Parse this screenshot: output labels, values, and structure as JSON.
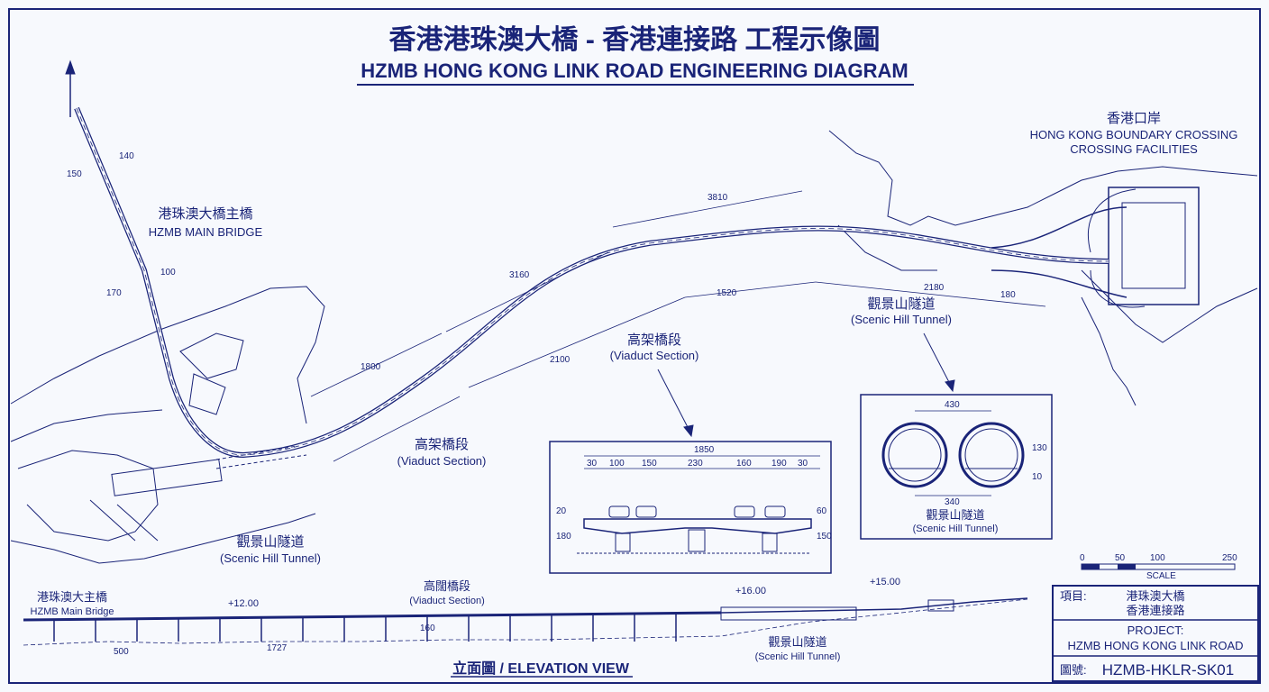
{
  "title": {
    "zh": "香港港珠澳大橋 - 香港連接路 工程示像圖",
    "en": "HZMB HONG KONG LINK ROAD ENGINEERING DIAGRAM"
  },
  "labels": {
    "boundary_zh": "香港口岸",
    "boundary_en_1": "HONG KONG BOUNDARY CROSSING",
    "boundary_en_2": "CROSSING FACILITIES",
    "main_bridge_zh": "港珠澳大橋主橋",
    "main_bridge_en": "HZMB MAIN BRIDGE",
    "viaduct_zh": "高架橋段",
    "viaduct_en": "(Viaduct Section)",
    "tunnel_zh": "觀景山隧道",
    "tunnel_en": "(Scenic Hill Tunnel)",
    "viaduct2_zh": "高架橋段",
    "viaduct2_en": "(Viaduct Section)",
    "tunnel2_zh": "觀景山隧道",
    "tunnel2_en": "(Scenic Hill Tunnel)"
  },
  "plan_dims": [
    "3810",
    "3160",
    "1800",
    "2180",
    "1520",
    "2100",
    "180",
    "150",
    "140",
    "100",
    "170"
  ],
  "viaduct_section": {
    "overall": "1850",
    "parts": [
      "30",
      "100",
      "150",
      "230",
      "160",
      "190",
      "30"
    ],
    "left_heights": [
      "20",
      "180"
    ],
    "right_heights": [
      "60",
      "150"
    ]
  },
  "tunnel_section": {
    "top_width": "430",
    "bottom_width": "340",
    "height": "130",
    "low": "10",
    "caption": "觀景山隧道",
    "caption_en": "(Scenic Hill Tunnel)"
  },
  "scale": {
    "ticks": [
      "0",
      "50",
      "100",
      "250"
    ],
    "label": "SCALE"
  },
  "elevation": {
    "main_bridge_zh": "港珠澳大主橋",
    "main_bridge_en": "HZMB Main Bridge",
    "viaduct_zh": "高闊橋段",
    "viaduct_en": "(Viaduct Section)",
    "tunnel_zh": "觀景山隧道",
    "tunnel_en": "(Scenic Hill Tunnel)",
    "levels": [
      "+12.00",
      "+16.00",
      "+15.00"
    ],
    "marks": [
      "500",
      "1727",
      "160"
    ],
    "caption": "立面圖 / ELEVATION VIEW"
  },
  "title_block": {
    "item_label": "項目:",
    "item_zh_1": "港珠澳大橋",
    "item_zh_2": "香港連接路",
    "project_label": "PROJECT:",
    "project_name": "HZMB HONG KONG LINK ROAD",
    "drawing_label": "圖號:",
    "drawing_no": "HZMB-HKLR-SK01"
  },
  "colors": {
    "ink": "#1a2478",
    "paper": "#f7f9fd"
  }
}
